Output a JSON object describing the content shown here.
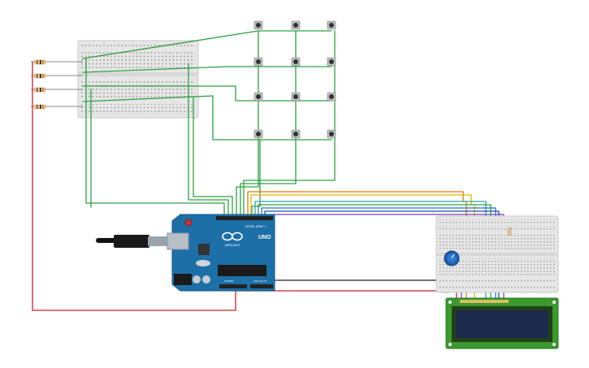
{
  "arduino": {
    "brand_text": "ARDUINO",
    "model_text": "UNO",
    "digital_label": "DIGITAL (PWM ~)",
    "power_label": "POWER",
    "analog_label": "ANALOG IN",
    "board_color": "#1d6fa8",
    "header_color": "#222222"
  },
  "colors": {
    "wire_green": "#2ea043",
    "wire_red": "#cc2222",
    "wire_black": "#222222",
    "wire_yellow": "#e8b400",
    "wire_orange": "#e07b00",
    "wire_blue": "#2b6cd6",
    "wire_purple": "#7b3fb8",
    "wire_teal": "#2aa6a6",
    "breadboard": "#e8e8e8",
    "lcd_pcb": "#3a9a2e",
    "lcd_screen": "#1c2a4d"
  },
  "keypad": {
    "rows": 4,
    "cols": 3
  },
  "resistors": {
    "count": 4
  },
  "lcd": {
    "type": "16x2"
  },
  "potentiometer": {
    "knob_color": "#1d5fb0"
  }
}
